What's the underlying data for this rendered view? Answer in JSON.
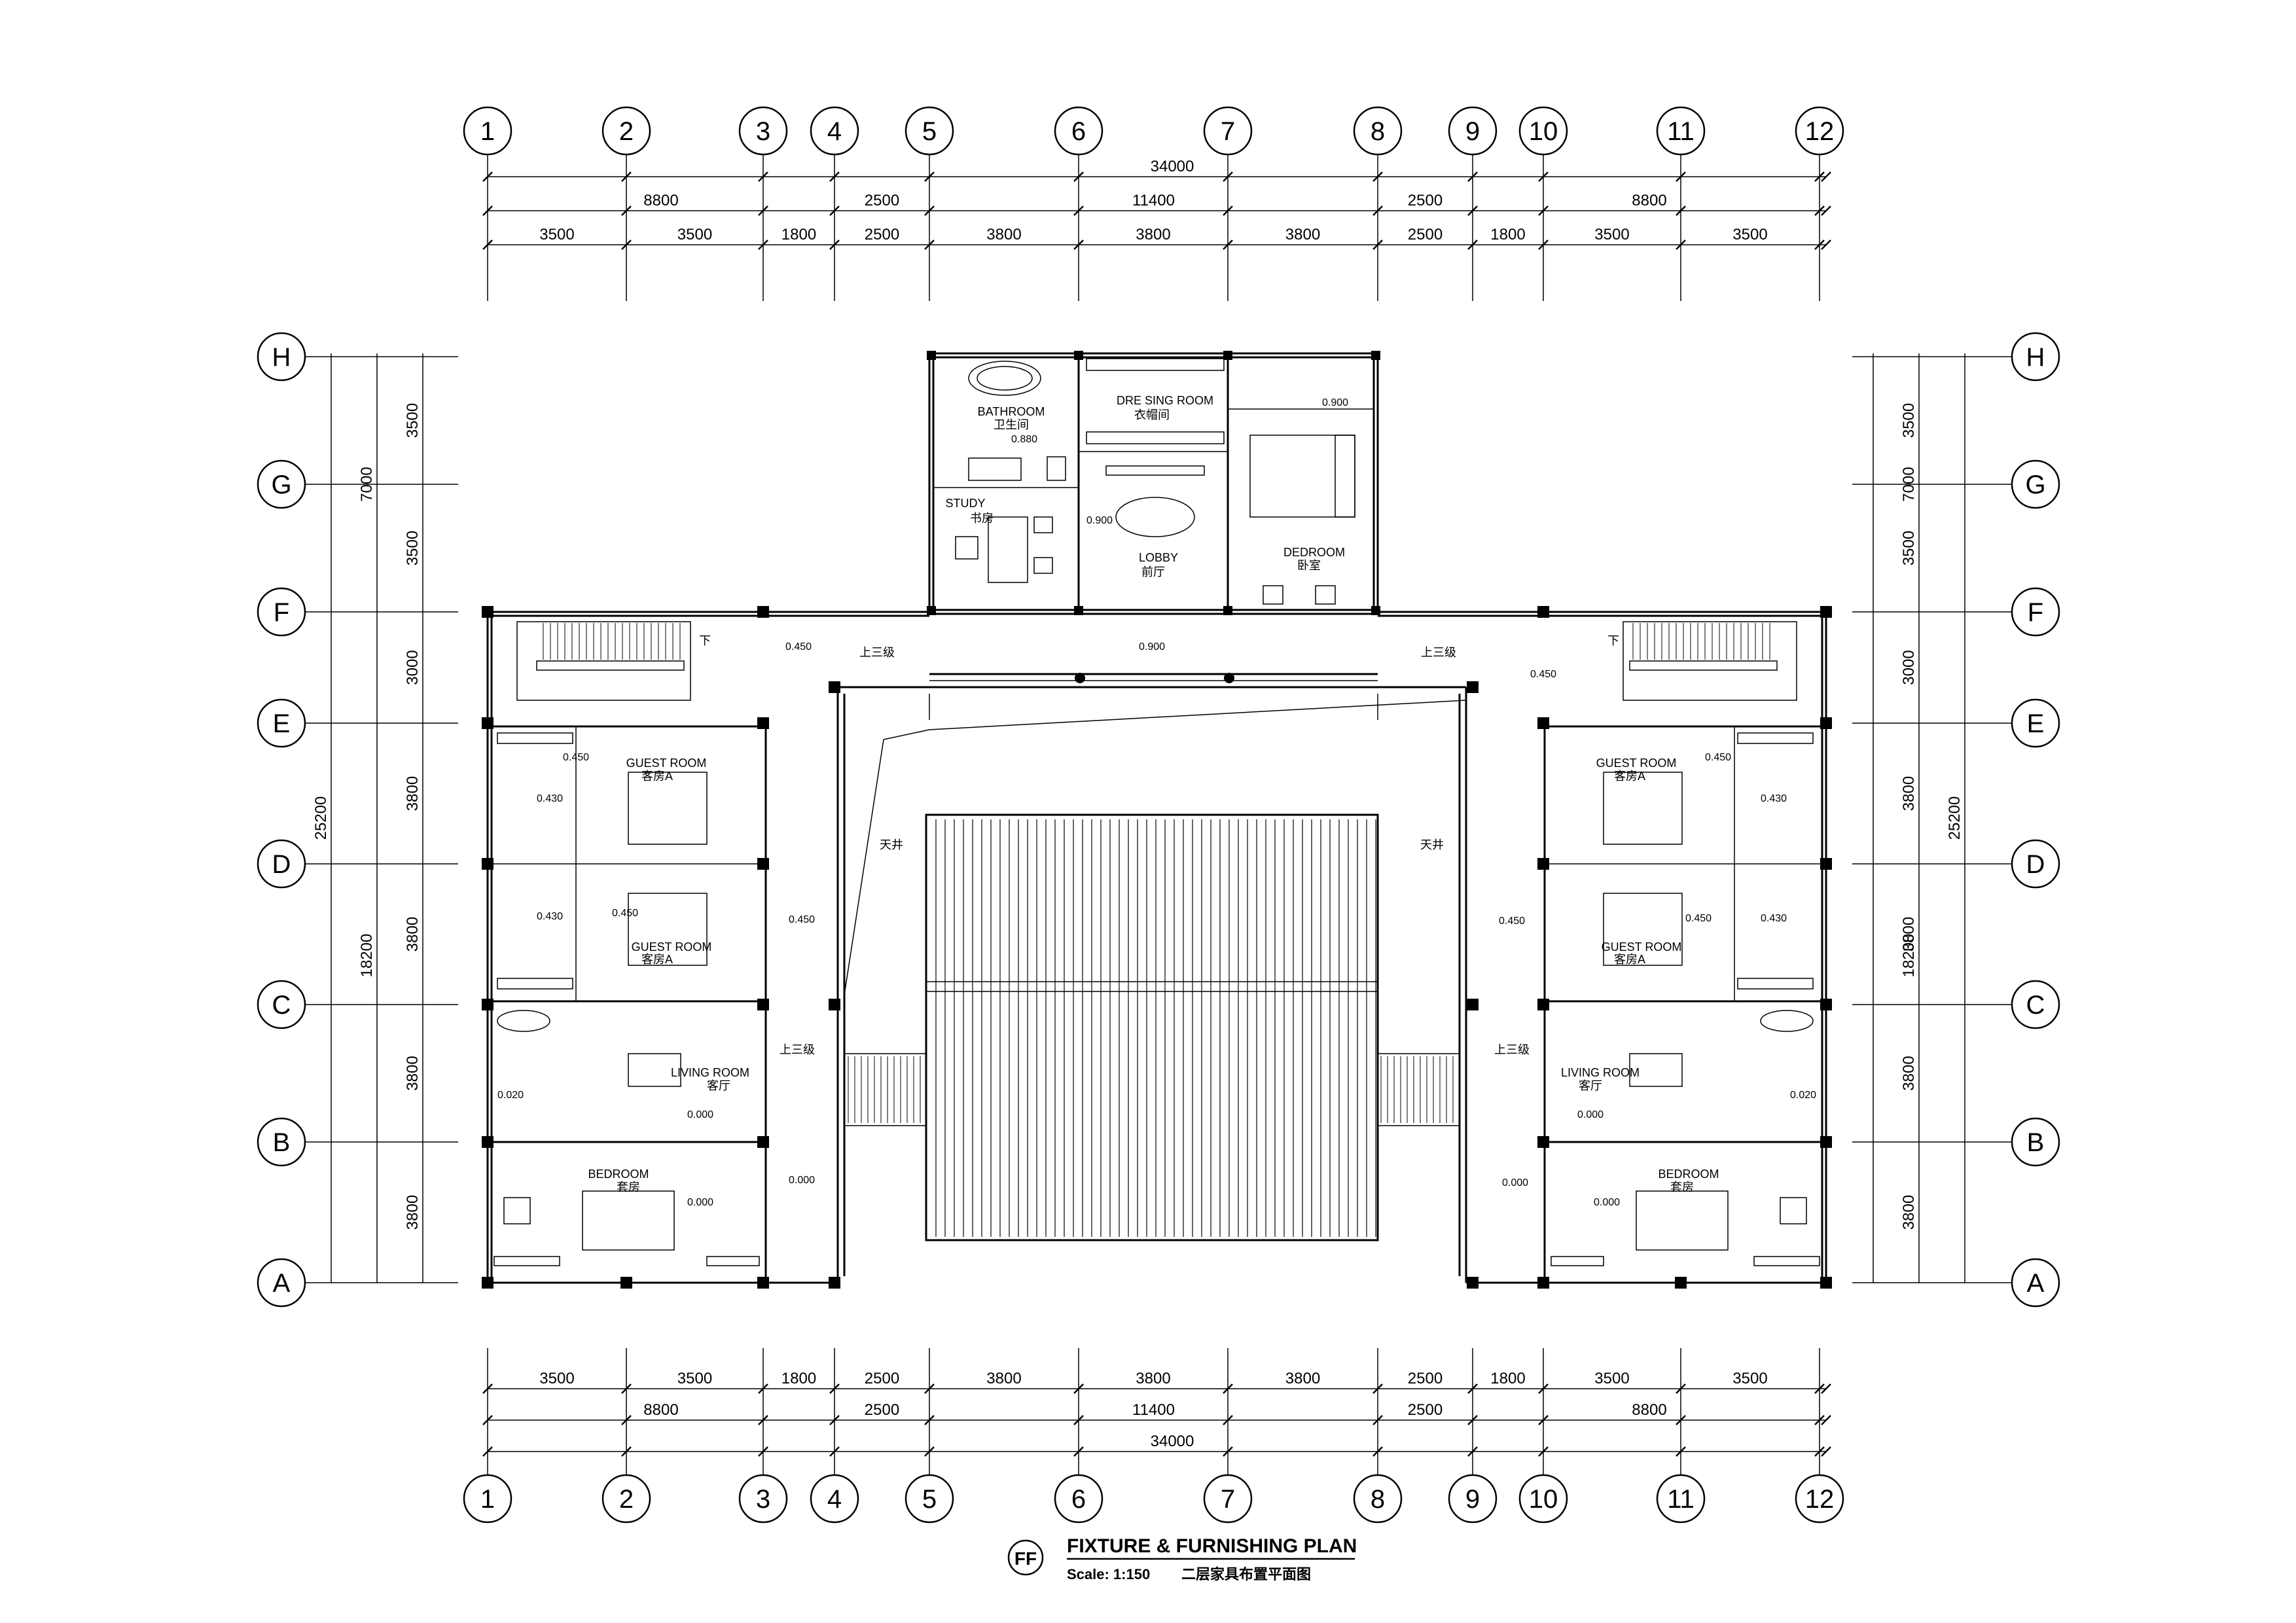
{
  "grid": {
    "columns": [
      "1",
      "2",
      "3",
      "4",
      "5",
      "6",
      "7",
      "8",
      "9",
      "10",
      "11",
      "12"
    ],
    "rows": [
      "A",
      "B",
      "C",
      "D",
      "E",
      "F",
      "G",
      "H"
    ]
  },
  "dimensions": {
    "overall": "34000",
    "bays": [
      "8800",
      "2500",
      "11400",
      "2500",
      "8800"
    ],
    "spans": [
      "3500",
      "3500",
      "1800",
      "2500",
      "3800",
      "3800",
      "3800",
      "2500",
      "1800",
      "3500",
      "3500"
    ],
    "vertical_total": "25200",
    "vertical_mid": [
      "7000",
      "18200"
    ],
    "vertical_spans": [
      "3800",
      "3800",
      "3800",
      "3800",
      "3000",
      "3500",
      "3500"
    ]
  },
  "rooms": {
    "bathroom_en": "BATHROOM",
    "bathroom_cn": "卫生间",
    "dressing_en": "DRE  SING ROOM",
    "dressing_cn": "衣帽间",
    "study_en": "STUDY",
    "study_cn": "书房",
    "lobby_en": "LOBBY",
    "lobby_cn": "前厅",
    "bedroom_top_en": "DEDROOM",
    "bedroom_top_cn": "卧室",
    "guest_en": "GUEST ROOM",
    "guest_cn": "客房A",
    "living_en": "LIVING ROOM",
    "living_cn": "客厅",
    "bedroom_en": "BEDROOM",
    "bedroom_cn": "套房",
    "courtyard_cn": "天井",
    "down": "下",
    "step_up": "上三级"
  },
  "levels": [
    "0.880",
    "0.900",
    "0.450",
    "0.430",
    "0.020",
    "0.000"
  ],
  "title": {
    "code": "FF",
    "name": "FIXTURE & FURNISHING PLAN",
    "scale_label": "Scale: 1:150",
    "cn": "二层家具布置平面图"
  }
}
